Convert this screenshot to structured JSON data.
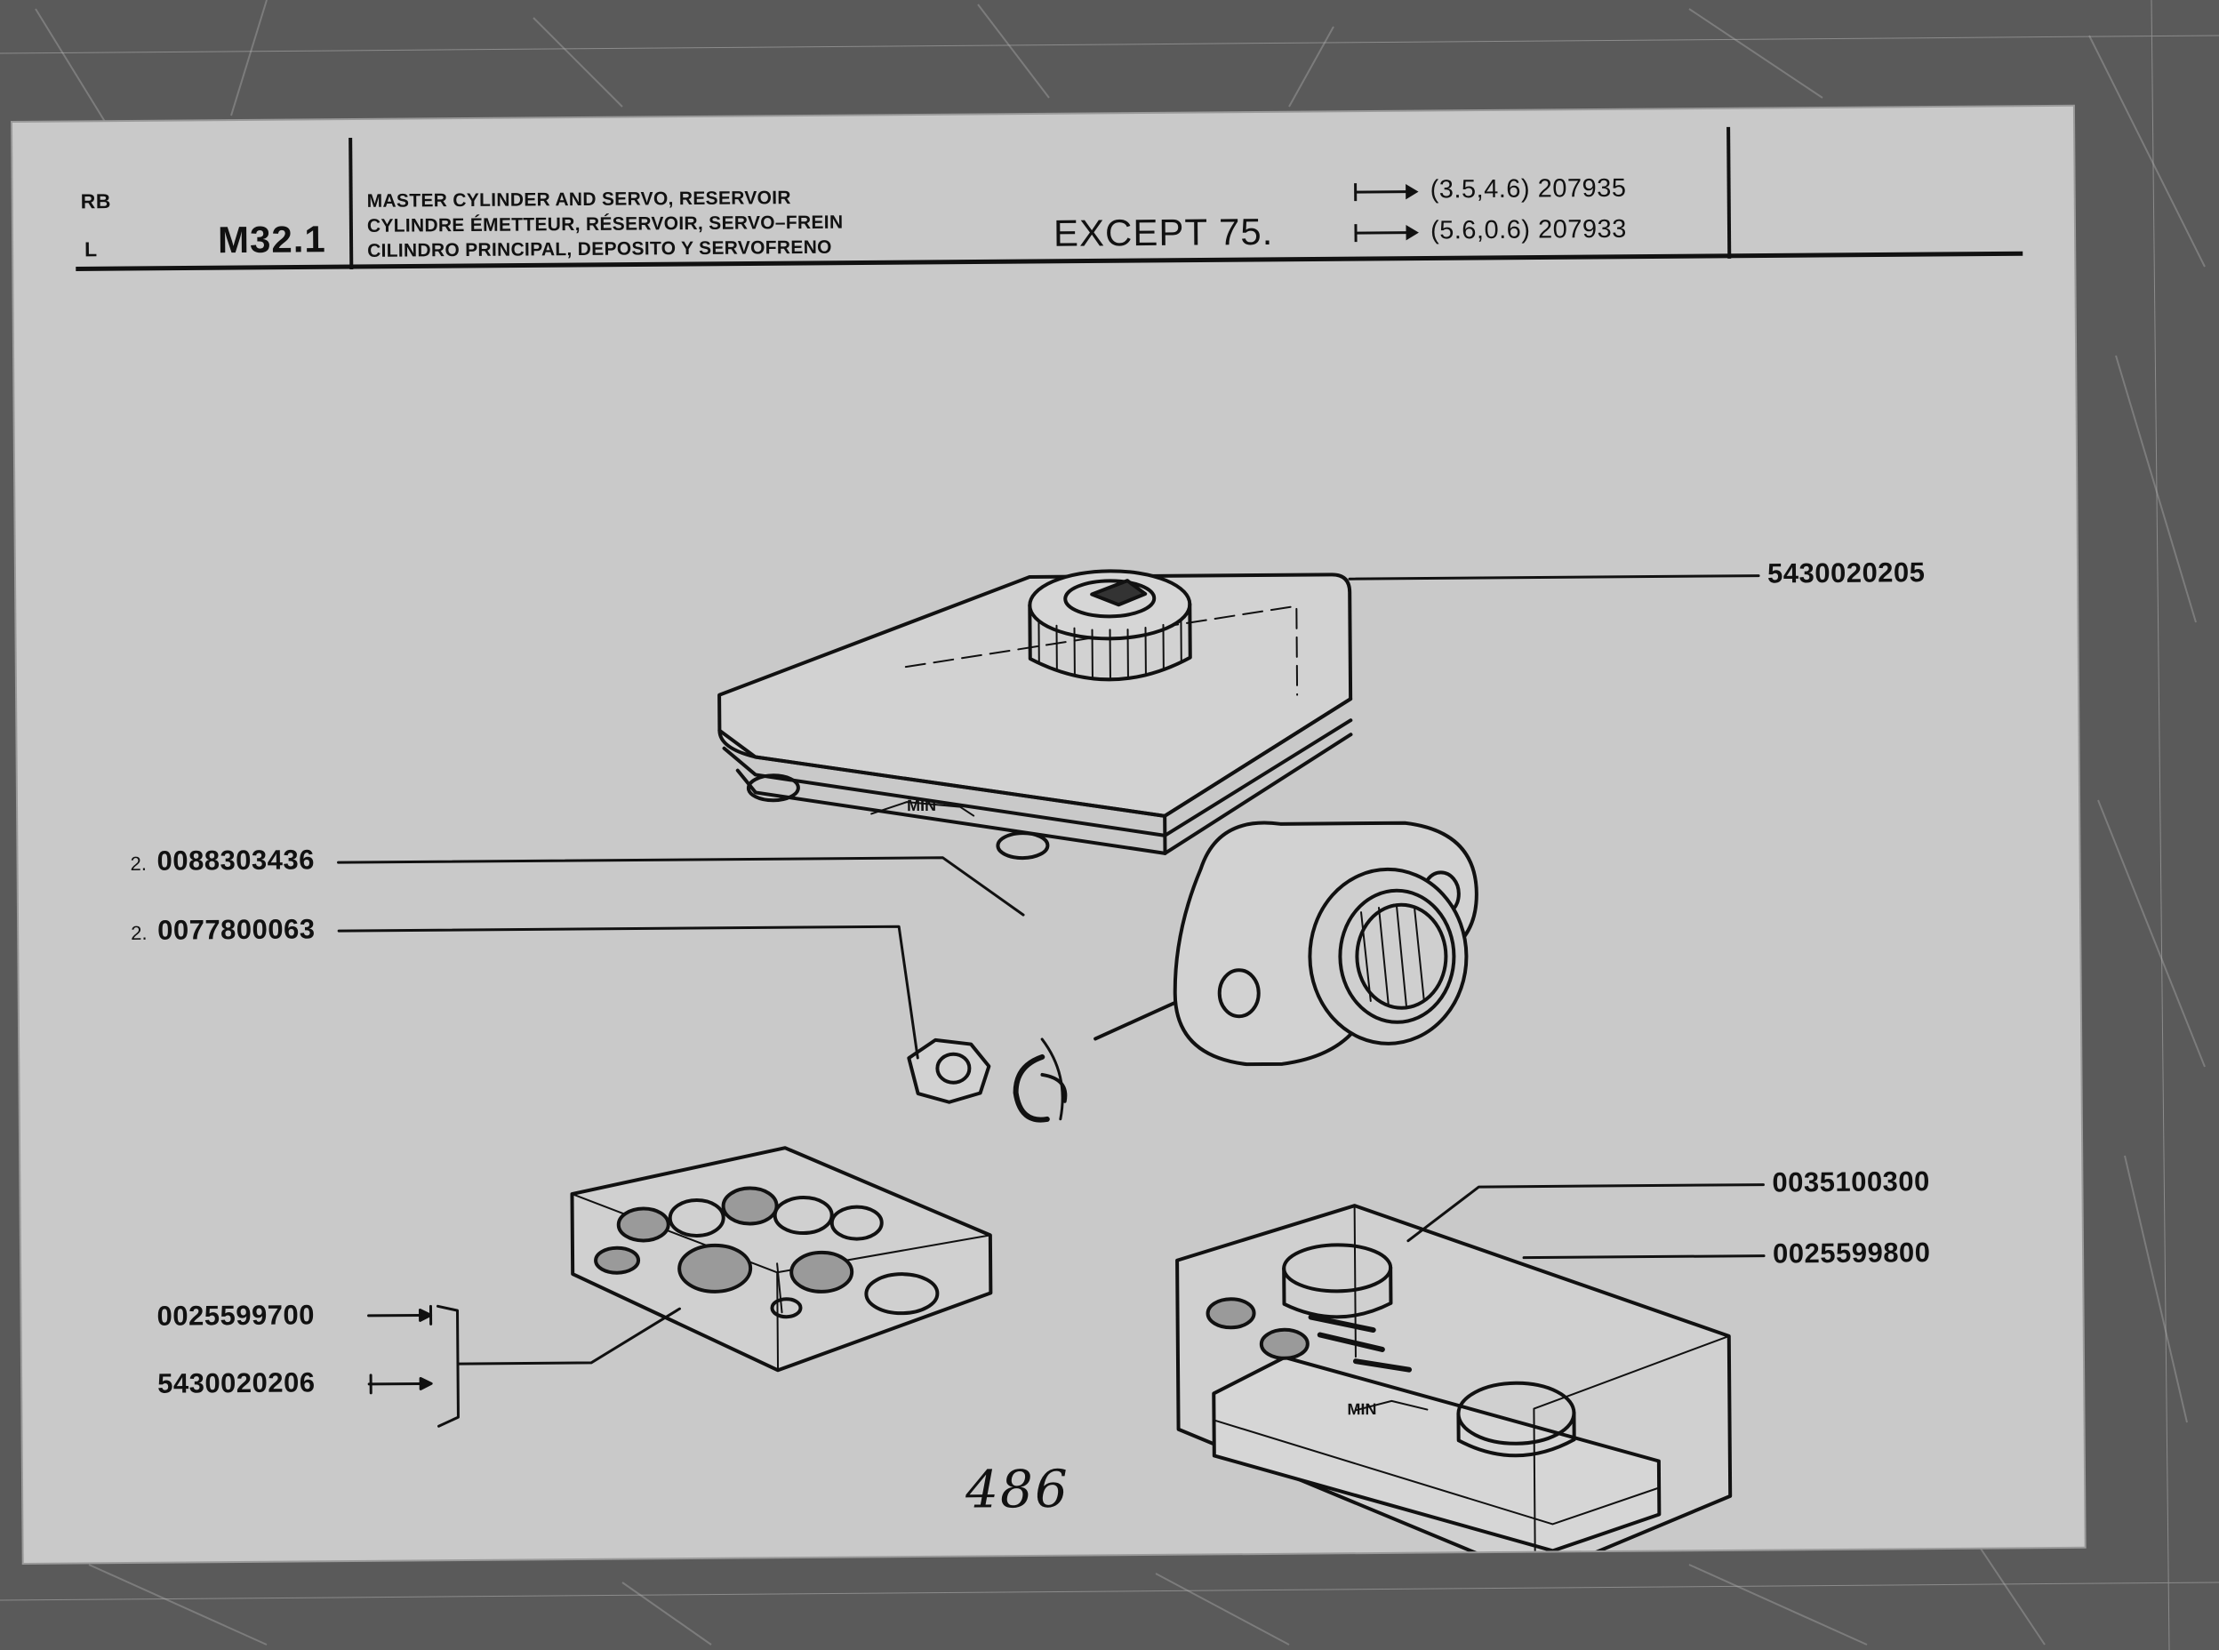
{
  "header": {
    "region_top": "RB",
    "region_bottom": "L",
    "section_code": "M32.1",
    "titles": [
      "MASTER CYLINDER AND SERVO, RESERVOIR",
      "CYLINDRE ÉMETTEUR, RÉSERVOIR, SERVO–FREIN",
      "CILINDRO PRINCIPAL, DEPOSITO Y SERVOFRENO"
    ],
    "exception": "EXCEPT 75.",
    "refs": [
      "(3.5,4.6) 207935",
      "(5.6,0.6) 207933"
    ]
  },
  "parts": {
    "master_cylinder": "5430020205",
    "washer": {
      "qty": "2.",
      "number": "0088303436"
    },
    "nut": {
      "qty": "2.",
      "number": "0077800063"
    },
    "reservoir_cap": "0035100300",
    "reservoir": "0025599800",
    "seal_kit_a": "0025599700",
    "seal_kit_b": "5430020206"
  },
  "drawing_labels": {
    "min_mark": "MIN"
  },
  "page_number": "486",
  "colors": {
    "background": "#5c5c5c",
    "card": "#c9c9c9",
    "ink": "#111111"
  }
}
